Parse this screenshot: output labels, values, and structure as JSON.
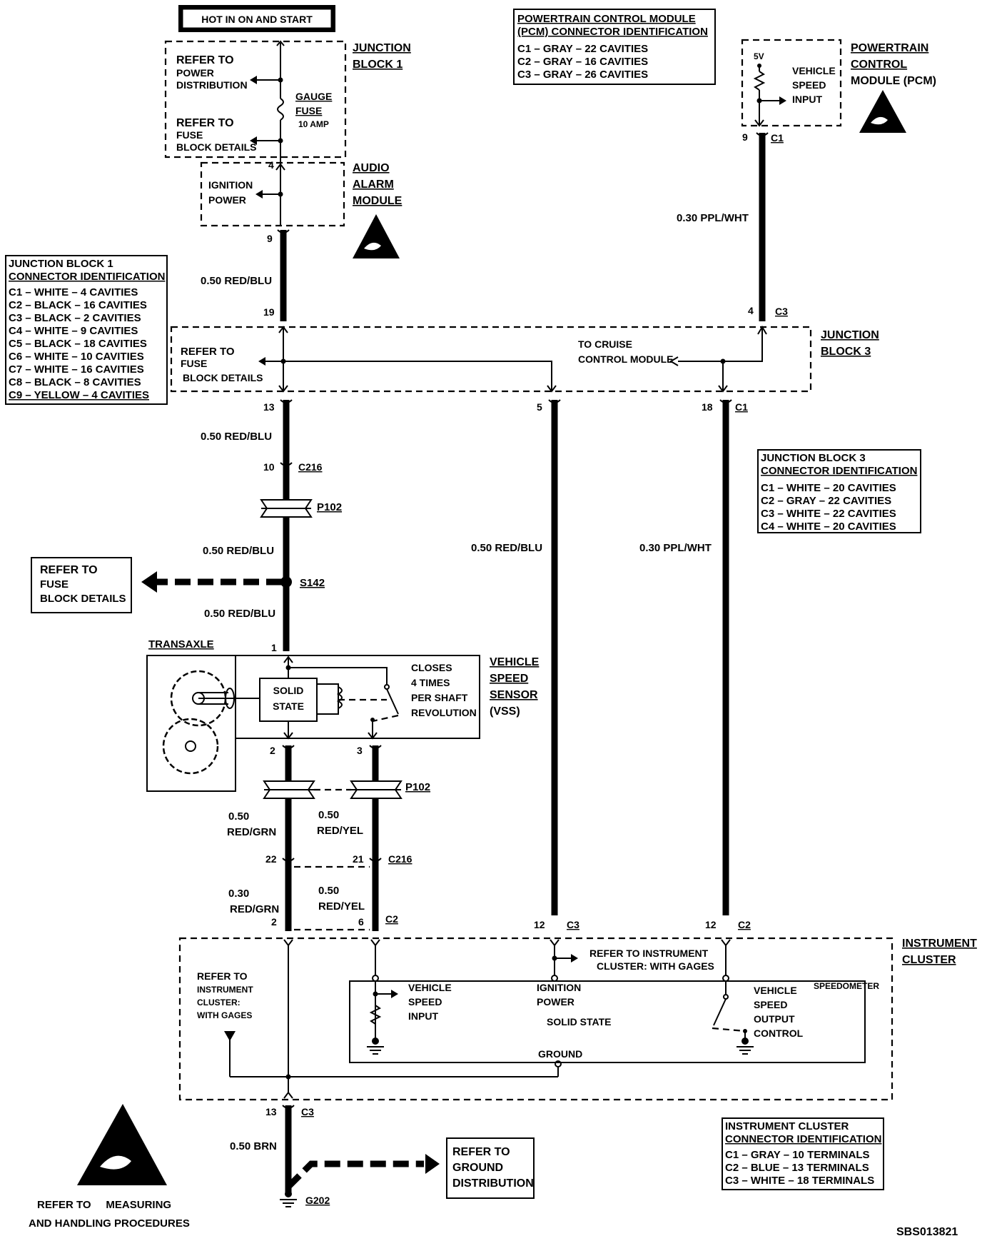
{
  "banner": "HOT IN ON AND START",
  "doc_id": "SBS013821",
  "junction_block_1": {
    "title_line1": "JUNCTION",
    "title_line2": "BLOCK 1",
    "refer_power_line1": "REFER TO",
    "refer_power_line2": "POWER",
    "refer_power_line3": "DISTRIBUTION",
    "refer_fuse_line1": "REFER TO",
    "refer_fuse_line2": "FUSE",
    "refer_fuse_line3": "BLOCK DETAILS",
    "fuse_line1": "GAUGE",
    "fuse_line2": "FUSE",
    "fuse_rating": "10 AMP"
  },
  "audio_alarm_module": {
    "title_line1": "AUDIO",
    "title_line2": "ALARM",
    "title_line3": "MODULE",
    "ignition_line1": "IGNITION",
    "ignition_line2": "POWER",
    "pin_top": "4",
    "pin_bottom": "9"
  },
  "pcm": {
    "title_line1": "POWERTRAIN",
    "title_line2": "CONTROL",
    "title_line3": "MODULE (PCM)",
    "voltage": "5V",
    "input_line1": "VEHICLE",
    "input_line2": "SPEED",
    "input_line3": "INPUT",
    "pin": "9",
    "connector": "C1"
  },
  "pcm_connectors": {
    "title_line1": "POWERTRAIN CONTROL MODULE",
    "title_line2": "(PCM) CONNECTOR IDENTIFICATION",
    "items": [
      "C1 – GRAY – 22 CAVITIES",
      "C2 – GRAY – 16 CAVITIES",
      "C3 – GRAY – 26 CAVITIES"
    ]
  },
  "jb1_connectors": {
    "title_line1": "JUNCTION BLOCK 1",
    "title_line2": "CONNECTOR IDENTIFICATION",
    "items": [
      "C1 – WHITE – 4 CAVITIES",
      "C2 – BLACK – 16 CAVITIES",
      "C3 – BLACK – 2 CAVITIES",
      "C4 – WHITE – 9 CAVITIES",
      "C5 – BLACK – 18 CAVITIES",
      "C6 – WHITE – 10 CAVITIES",
      "C7 – WHITE – 16 CAVITIES",
      "C8 – BLACK – 8 CAVITIES",
      "C9 – YELLOW – 4 CAVITIES"
    ]
  },
  "junction_block_3": {
    "title_line1": "JUNCTION",
    "title_line2": "BLOCK 3",
    "refer_line1": "REFER TO",
    "refer_line2": "FUSE",
    "refer_line3": "BLOCK DETAILS",
    "cruise_line1": "TO CRUISE",
    "cruise_line2": "CONTROL MODULE",
    "pin_in_left": "19",
    "pin_in_right": "4",
    "pin_in_right_conn": "C3",
    "pin_out_1": "13",
    "pin_out_2": "5",
    "pin_out_3": "18",
    "pin_out_3_conn": "C1"
  },
  "jb3_connectors": {
    "title_line1": "JUNCTION BLOCK 3",
    "title_line2": "CONNECTOR IDENTIFICATION",
    "items": [
      "C1 – WHITE – 20 CAVITIES",
      "C2 – GRAY – 22 CAVITIES",
      "C3 – WHITE – 22 CAVITIES",
      "C4 – WHITE – 20 CAVITIES"
    ]
  },
  "wires": {
    "w_aam_jb3": "0.50 RED/BLU",
    "w_pcm_jb3": "0.30 PPL/WHT",
    "w_jb3_c216": "0.50 RED/BLU",
    "w_p102_s142": "0.50 RED/BLU",
    "w_s142_vss": "0.50 RED/BLU",
    "w_mid": "0.50 RED/BLU",
    "w_right": "0.30 PPL/WHT",
    "w_grn_gauge": "0.50",
    "w_grn_color": "RED/GRN",
    "w_yel_gauge": "0.50",
    "w_yel_color": "RED/YEL",
    "w_grn2_gauge": "0.30",
    "w_grn2_color": "RED/GRN",
    "w_yel2_gauge": "0.50",
    "w_yel2_color": "RED/YEL",
    "w_ground": "0.50 BRN"
  },
  "connectors": {
    "c216_pin_top": "10",
    "c216_label": "C216",
    "p102_label_top": "P102",
    "s142_label": "S142",
    "p102_label_bottom": "P102",
    "c216_pin_a": "22",
    "c216_pin_b": "21",
    "c216_label_bottom": "C216"
  },
  "refer_fuse_s142": {
    "line1": "REFER TO",
    "line2": "FUSE",
    "line3": "BLOCK DETAILS"
  },
  "vss": {
    "transaxle": "TRANSAXLE",
    "title_line1": "VEHICLE",
    "title_line2": "SPEED",
    "title_line3": "SENSOR",
    "title_line4": "(VSS)",
    "solid_line1": "SOLID",
    "solid_line2": "STATE",
    "closes_line1": "CLOSES",
    "closes_line2": "4 TIMES",
    "closes_line3": "PER SHAFT",
    "closes_line4": "REVOLUTION",
    "pin_top": "1",
    "pin_2": "2",
    "pin_3": "3"
  },
  "cluster": {
    "title_line1": "INSTRUMENT",
    "title_line2": "CLUSTER",
    "speedometer": "SPEEDOMETER",
    "pin_2": "2",
    "pin_6": "6",
    "conn_c2_left": "C2",
    "pin_12a": "12",
    "conn_c3": "C3",
    "pin_12b": "12",
    "conn_c2_right": "C2",
    "refer_gages_line1": "REFER TO INSTRUMENT",
    "refer_gages_line2": "CLUSTER: WITH GAGES",
    "refer_left_line1": "REFER TO",
    "refer_left_line2": "INSTRUMENT",
    "refer_left_line3": "CLUSTER:",
    "refer_left_line4": "WITH GAGES",
    "vsi_line1": "VEHICLE",
    "vsi_line2": "SPEED",
    "vsi_line3": "INPUT",
    "ign_line1": "IGNITION",
    "ign_line2": "POWER",
    "solid_state": "SOLID STATE",
    "ground": "GROUND",
    "vso_line1": "VEHICLE",
    "vso_line2": "SPEED",
    "vso_line3": "OUTPUT",
    "vso_line4": "CONTROL",
    "pin_13": "13",
    "conn_c3_bottom": "C3"
  },
  "cluster_connectors": {
    "title_line1": "INSTRUMENT CLUSTER",
    "title_line2": "CONNECTOR IDENTIFICATION",
    "items": [
      "C1 – GRAY – 10 TERMINALS",
      "C2 – BLUE – 13 TERMINALS",
      "C3 – WHITE – 18 TERMINALS"
    ]
  },
  "ground": {
    "g202": "G202",
    "refer_line1": "REFER TO",
    "refer_line2": "GROUND",
    "refer_line3": "DISTRIBUTION"
  },
  "esd_note": {
    "line1": "REFER TO     MEASURING",
    "line2": "AND HANDLING PROCEDURES"
  }
}
